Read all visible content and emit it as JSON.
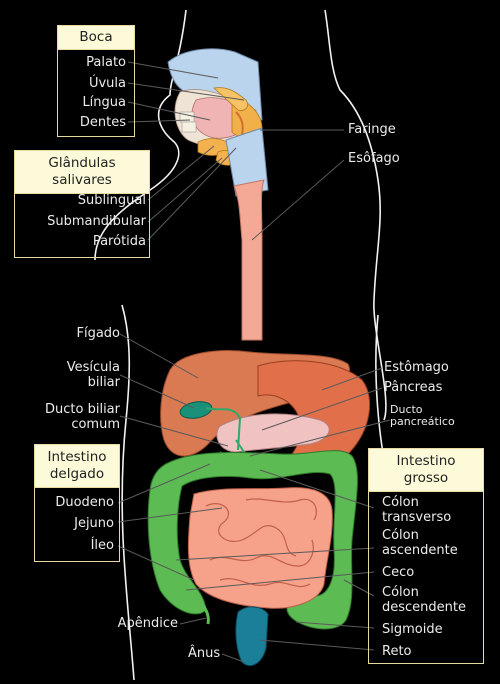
{
  "diagram": {
    "groups": {
      "boca": {
        "title": "Boca",
        "items": [
          "Palato",
          "Úvula",
          "Língua",
          "Dentes"
        ]
      },
      "glandulas": {
        "title": "Glândulas salivares",
        "items": [
          "Sublingual",
          "Submandibular",
          "Parótida"
        ]
      },
      "intestino_delgado": {
        "title": "Intestino delgado",
        "items": [
          "Duodeno",
          "Jejuno",
          "Íleo"
        ]
      },
      "intestino_grosso": {
        "title": "Intestino grosso",
        "items": [
          "Cólon transverso",
          "Cólon ascendente",
          "Ceco",
          "Cólon descendente",
          "Sigmoide",
          "Reto"
        ]
      }
    },
    "labels": {
      "faringe": "Faringe",
      "esofago": "Esôfago",
      "figado": "Fígado",
      "vesicula": "Vesícula biliar",
      "ducto_biliar": "Ducto biliar comum",
      "estomago": "Estômago",
      "pancreas": "Pâncreas",
      "ducto_pancreatico": "Ducto pancreático",
      "apendice": "Apêndice",
      "anus": "Ânus"
    }
  },
  "colors": {
    "background": "#000000",
    "box_fill": "#fcfad8",
    "box_border": "#e8d9a0",
    "label_text": "#ececec",
    "liver": "#d97a52",
    "stomach": "#e1704a",
    "esophagus": "#f4a896",
    "small_intestine": "#f6a18a",
    "large_intestine": "#5dbb54",
    "gallbladder": "#1a8f7a",
    "rectum": "#1b7f9a",
    "pancreas": "#f0c2c2",
    "mouth": "#b9d4ec",
    "tongue": "#f2b04a"
  }
}
